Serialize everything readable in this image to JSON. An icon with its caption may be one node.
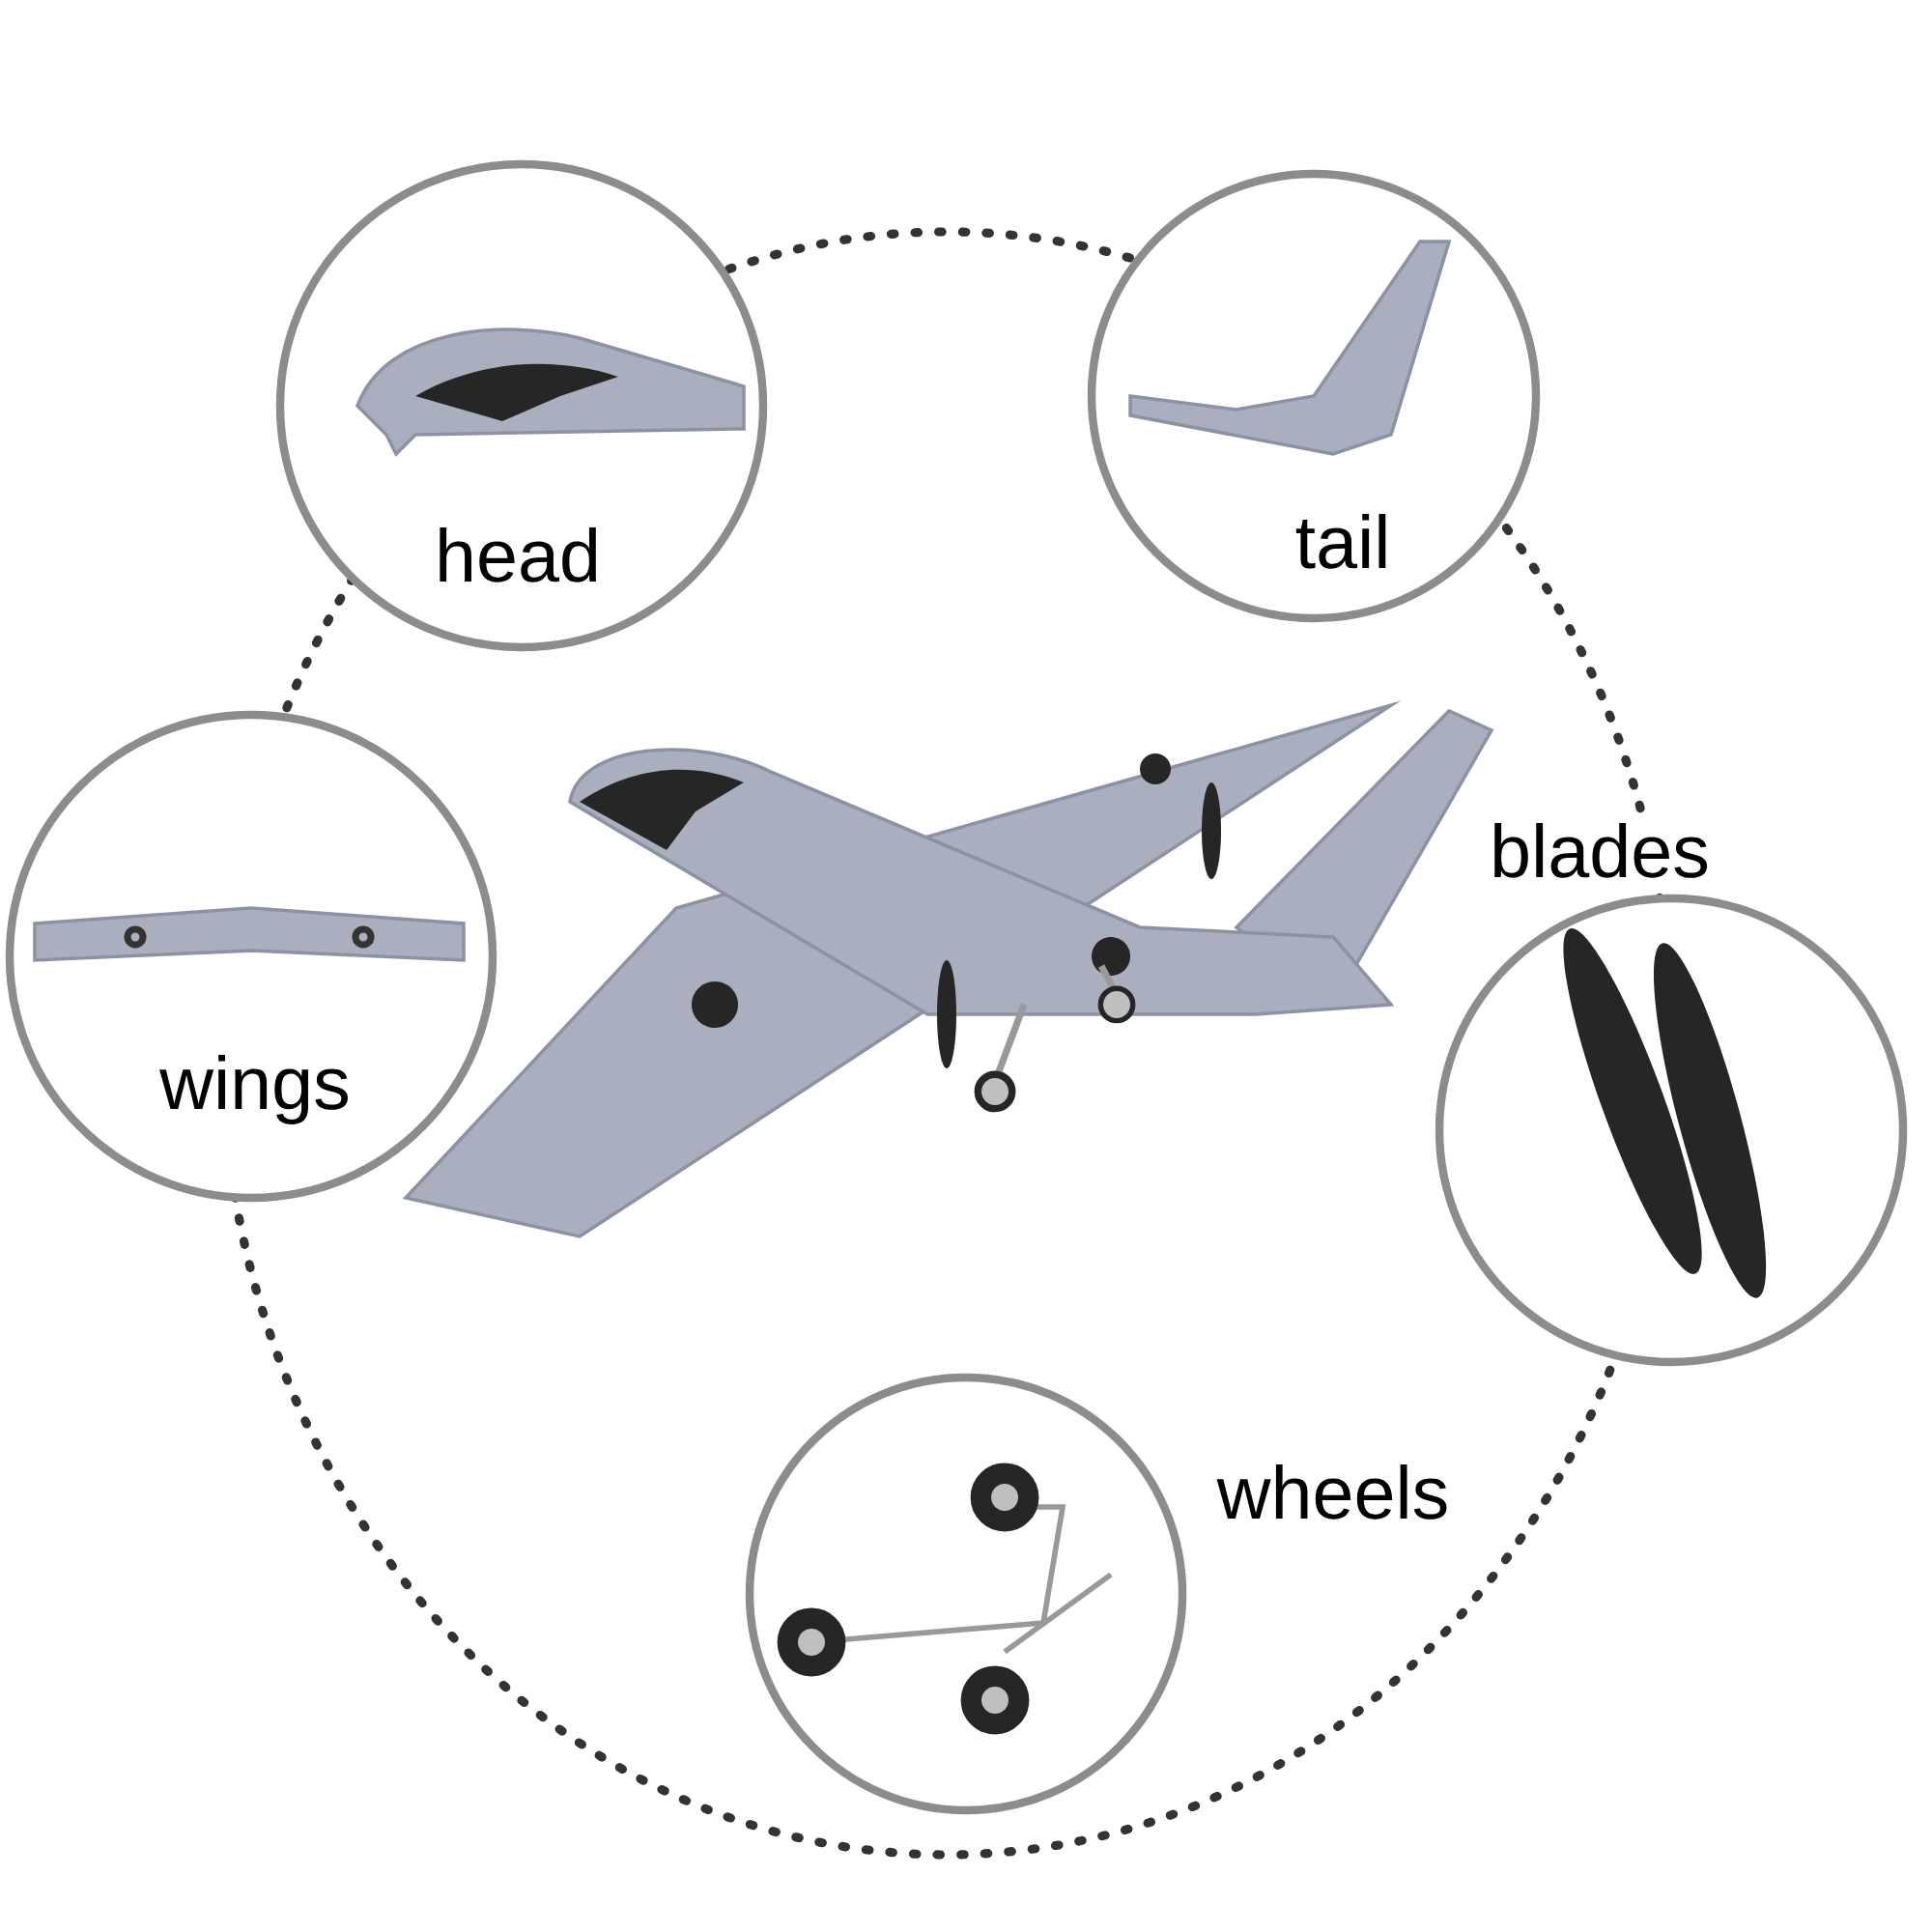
{
  "diagram": {
    "nodes": [
      {
        "text": [
          "head"
        ]
      },
      {
        "text": [
          "tail"
        ]
      },
      {
        "text": [
          "wings"
        ]
      },
      {
        "text": [
          "blades"
        ]
      },
      {
        "text": [
          "wheels"
        ]
      }
    ]
  }
}
